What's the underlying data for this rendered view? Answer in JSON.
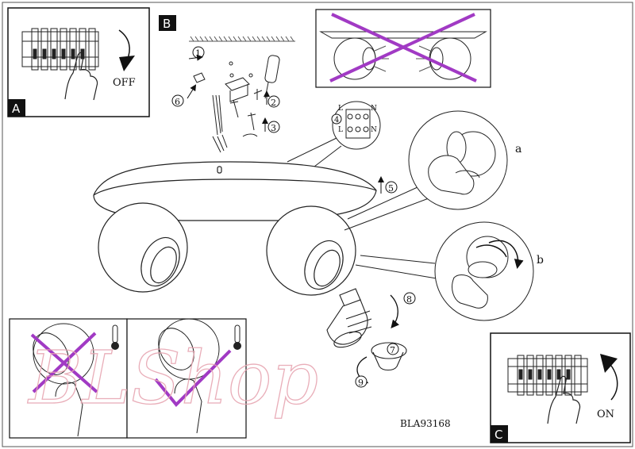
{
  "panels": {
    "a": {
      "label": "A",
      "switch_text": "OFF"
    },
    "b": {
      "label": "B"
    },
    "c": {
      "label": "C",
      "switch_text": "ON"
    }
  },
  "steps": {
    "s1": "1",
    "s2": "2",
    "s3": "3",
    "s4": "4",
    "s5": "5",
    "s6": "6",
    "s7": "7",
    "s8": "8",
    "s9": "9"
  },
  "callouts": {
    "detail_a": "a",
    "detail_b": "b"
  },
  "terminal": {
    "left_top": "L",
    "left_bottom": "L",
    "right_top": "N",
    "right_bottom": "N"
  },
  "model_number": "BLA93168",
  "watermark": "BLShop",
  "colors": {
    "line": "#222222",
    "warning_mark": "#a13ac4",
    "label_box": "#111111",
    "watermark": "#e7a6b2"
  }
}
